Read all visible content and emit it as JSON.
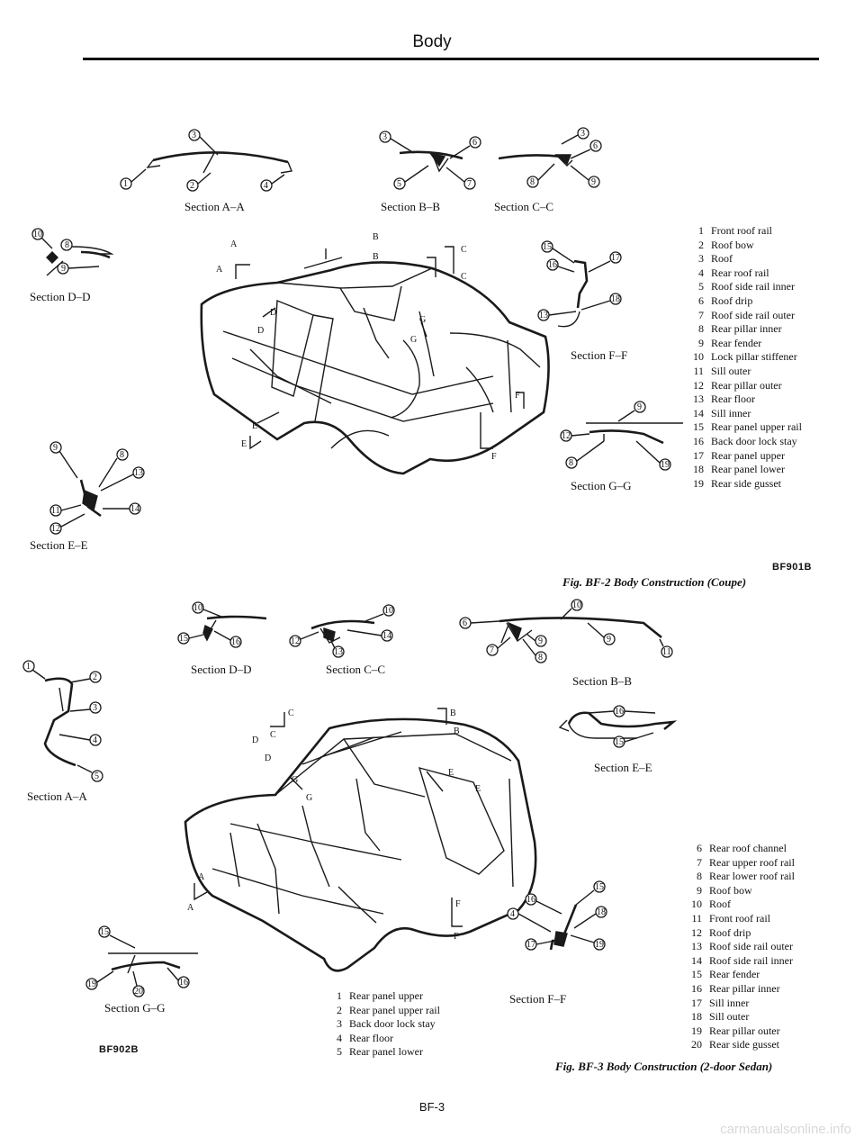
{
  "header": {
    "title": "Body"
  },
  "footer": {
    "page": "BF-3"
  },
  "watermark": "carmanualsonline.info",
  "fig1": {
    "code": "BF901B",
    "caption": "Fig. BF-2 Body Construction (Coupe)",
    "sections": {
      "aa": "Section A–A",
      "bb": "Section B–B",
      "cc": "Section C–C",
      "dd": "Section D–D",
      "ee": "Section E–E",
      "ff": "Section F–F",
      "gg": "Section G–G"
    },
    "legend": [
      {
        "n": "1",
        "t": "Front roof rail"
      },
      {
        "n": "2",
        "t": "Roof bow"
      },
      {
        "n": "3",
        "t": "Roof"
      },
      {
        "n": "4",
        "t": "Rear roof rail"
      },
      {
        "n": "5",
        "t": "Roof side rail inner"
      },
      {
        "n": "6",
        "t": "Roof drip"
      },
      {
        "n": "7",
        "t": "Roof side rail outer"
      },
      {
        "n": "8",
        "t": "Rear pillar inner"
      },
      {
        "n": "9",
        "t": "Rear fender"
      },
      {
        "n": "10",
        "t": "Lock pillar stiffener"
      },
      {
        "n": "11",
        "t": "Sill outer"
      },
      {
        "n": "12",
        "t": "Rear pillar outer"
      },
      {
        "n": "13",
        "t": "Rear floor"
      },
      {
        "n": "14",
        "t": "Sill inner"
      },
      {
        "n": "15",
        "t": "Rear panel upper rail"
      },
      {
        "n": "16",
        "t": "Back door lock stay"
      },
      {
        "n": "17",
        "t": "Rear panel upper"
      },
      {
        "n": "18",
        "t": "Rear panel lower"
      },
      {
        "n": "19",
        "t": "Rear side gusset"
      }
    ]
  },
  "fig2": {
    "code": "BF902B",
    "caption": "Fig. BF-3 Body Construction (2-door Sedan)",
    "sections": {
      "aa": "Section A–A",
      "bb": "Section B–B",
      "cc": "Section C–C",
      "dd": "Section D–D",
      "ee": "Section E–E",
      "ff": "Section F–F",
      "gg": "Section G–G"
    },
    "legend_left": [
      {
        "n": "1",
        "t": "Rear panel upper"
      },
      {
        "n": "2",
        "t": "Rear panel upper rail"
      },
      {
        "n": "3",
        "t": "Back door lock stay"
      },
      {
        "n": "4",
        "t": "Rear floor"
      },
      {
        "n": "5",
        "t": "Rear panel lower"
      }
    ],
    "legend_right": [
      {
        "n": "6",
        "t": "Rear roof channel"
      },
      {
        "n": "7",
        "t": "Rear upper roof rail"
      },
      {
        "n": "8",
        "t": "Rear lower roof rail"
      },
      {
        "n": "9",
        "t": "Roof bow"
      },
      {
        "n": "10",
        "t": "Roof"
      },
      {
        "n": "11",
        "t": "Front roof rail"
      },
      {
        "n": "12",
        "t": "Roof drip"
      },
      {
        "n": "13",
        "t": "Roof side rail outer"
      },
      {
        "n": "14",
        "t": "Roof side rail inner"
      },
      {
        "n": "15",
        "t": "Rear fender"
      },
      {
        "n": "16",
        "t": "Rear pillar inner"
      },
      {
        "n": "17",
        "t": "Sill inner"
      },
      {
        "n": "18",
        "t": "Sill outer"
      },
      {
        "n": "19",
        "t": "Rear pillar outer"
      },
      {
        "n": "20",
        "t": "Rear side gusset"
      }
    ]
  }
}
